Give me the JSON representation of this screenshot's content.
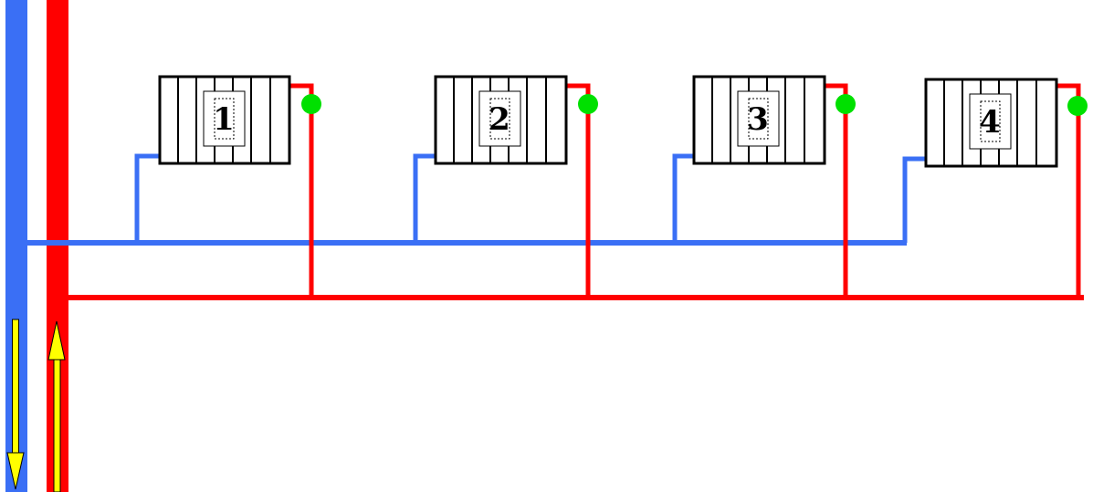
{
  "colors": {
    "supply": "#ff0000",
    "return": "#3a6ff5",
    "flow_arrow": "#ffff00",
    "valve": "#00e000",
    "radiator_stroke": "#000000",
    "radiator_fill": "#ffffff",
    "background": "#ffffff"
  },
  "radiators": [
    {
      "label": "1"
    },
    {
      "label": "2"
    },
    {
      "label": "3"
    },
    {
      "label": "4"
    }
  ],
  "risers": {
    "return": {
      "flow_direction": "down"
    },
    "supply": {
      "flow_direction": "up"
    }
  }
}
